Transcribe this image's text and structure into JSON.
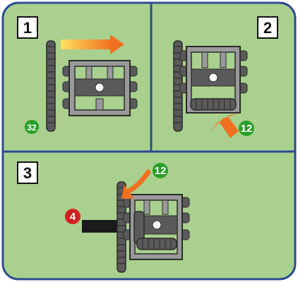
{
  "colors": {
    "panel_bg": "#a9d08f",
    "border": "#2d4a8f",
    "tile_bg": "#ffffff",
    "part_gray": "#5a5a5a",
    "part_dark": "#2b2b2b",
    "part_light": "#9a9a9a",
    "gear_badge_green": "#2aa02a",
    "axle_badge_red": "#d22020",
    "arrow_orange": "#f07020",
    "arrow_yellow": "#ffe060"
  },
  "steps": [
    {
      "number": "1",
      "gear_badge": "32",
      "arrow": "gradient-right-arrow"
    },
    {
      "number": "2",
      "gear_badge": "12",
      "arrow": "orange-diagonal-arrow"
    },
    {
      "number": "3",
      "gear_badge": "12",
      "axle_badge": "4",
      "arrow": "orange-curved-arrow"
    }
  ]
}
